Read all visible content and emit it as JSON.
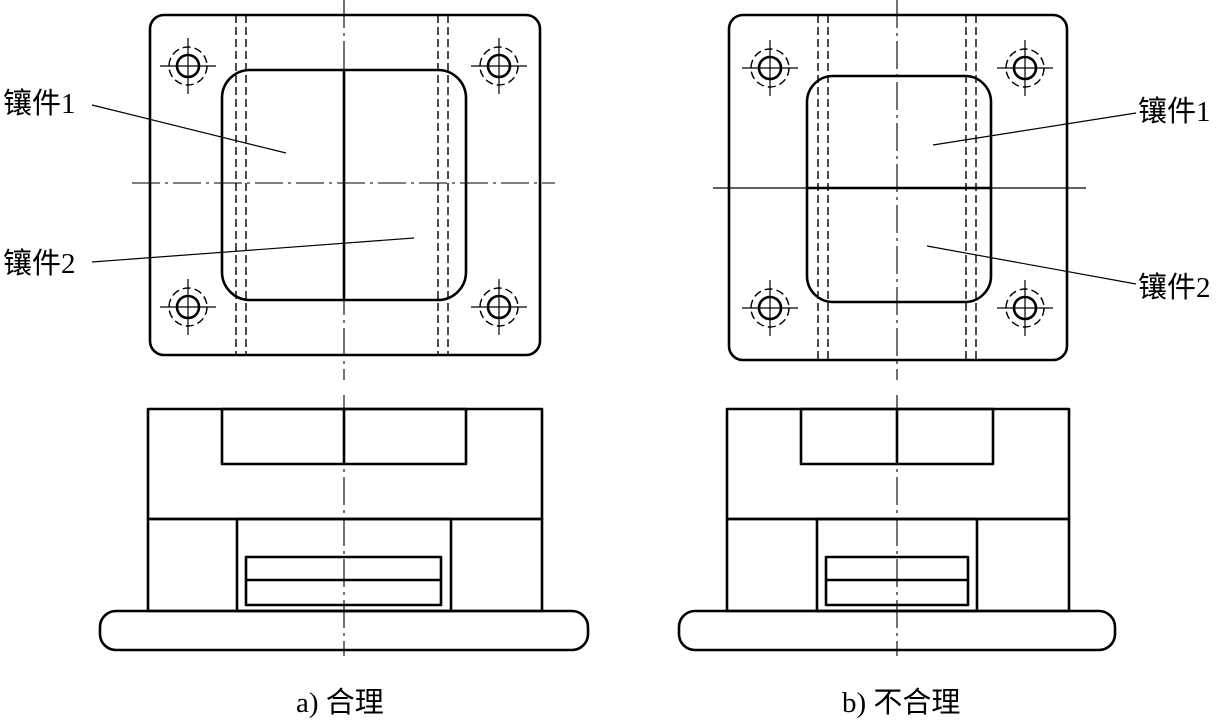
{
  "figure": {
    "panel_a": {
      "caption": "a) 合理",
      "label_insert_1": "镶件1",
      "label_insert_2": "镶件2"
    },
    "panel_b": {
      "caption": "b) 不合理",
      "label_insert_1": "镶件1",
      "label_insert_2": "镶件2"
    }
  }
}
